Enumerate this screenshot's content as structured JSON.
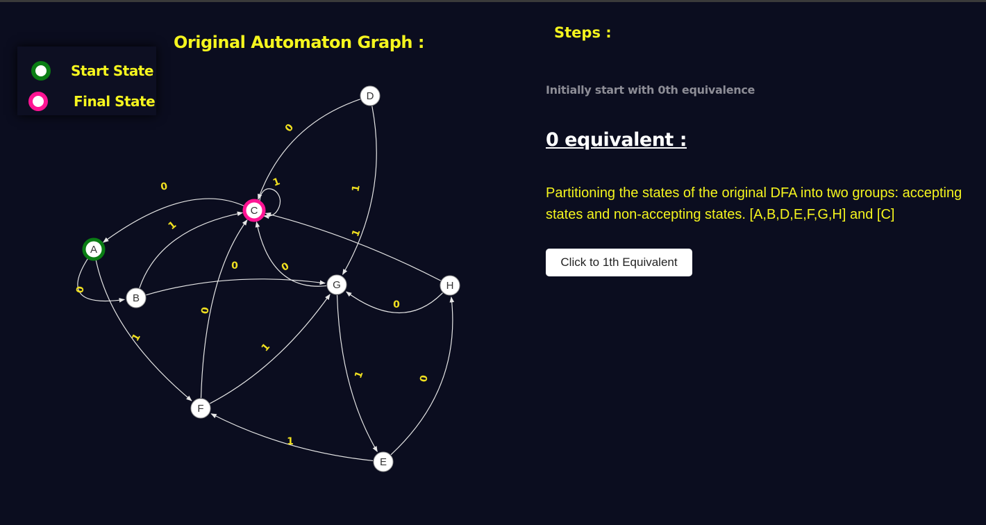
{
  "graph_title": "Original Automaton Graph :",
  "legend": {
    "start_label": "Start State",
    "final_label": "Final State"
  },
  "colors": {
    "start_state": "#0a7d14",
    "final_state": "#ff1493",
    "edge_label": "#f0e020",
    "heading": "#f5f51e",
    "background": "#0b0d1f"
  },
  "automaton": {
    "states": [
      "A",
      "B",
      "C",
      "D",
      "E",
      "F",
      "G",
      "H"
    ],
    "start_state": "A",
    "final_states": [
      "C"
    ],
    "transitions": [
      {
        "from": "A",
        "to": "B",
        "symbol": "0"
      },
      {
        "from": "A",
        "to": "F",
        "symbol": "1"
      },
      {
        "from": "B",
        "to": "G",
        "symbol": "0"
      },
      {
        "from": "B",
        "to": "C",
        "symbol": "1"
      },
      {
        "from": "C",
        "to": "A",
        "symbol": "0"
      },
      {
        "from": "C",
        "to": "C",
        "symbol": "1"
      },
      {
        "from": "D",
        "to": "C",
        "symbol": "0"
      },
      {
        "from": "D",
        "to": "G",
        "symbol": "1"
      },
      {
        "from": "E",
        "to": "H",
        "symbol": "0"
      },
      {
        "from": "E",
        "to": "F",
        "symbol": "1"
      },
      {
        "from": "F",
        "to": "C",
        "symbol": "0"
      },
      {
        "from": "F",
        "to": "G",
        "symbol": "1"
      },
      {
        "from": "G",
        "to": "C",
        "symbol": "0"
      },
      {
        "from": "G",
        "to": "E",
        "symbol": "1"
      },
      {
        "from": "H",
        "to": "G",
        "symbol": "0"
      },
      {
        "from": "H",
        "to": "C",
        "symbol": "1"
      }
    ]
  },
  "steps": {
    "title": "Steps :",
    "initial_text": "Initially start with 0th equivalence",
    "equivalence_heading": "0 equivalent :",
    "partition_text": "Partitioning the states of the original DFA into two groups: accepting states and non-accepting states. [A,B,D,E,F,G,H] and [C]",
    "next_button_label": "Click to 1th Equivalent"
  }
}
